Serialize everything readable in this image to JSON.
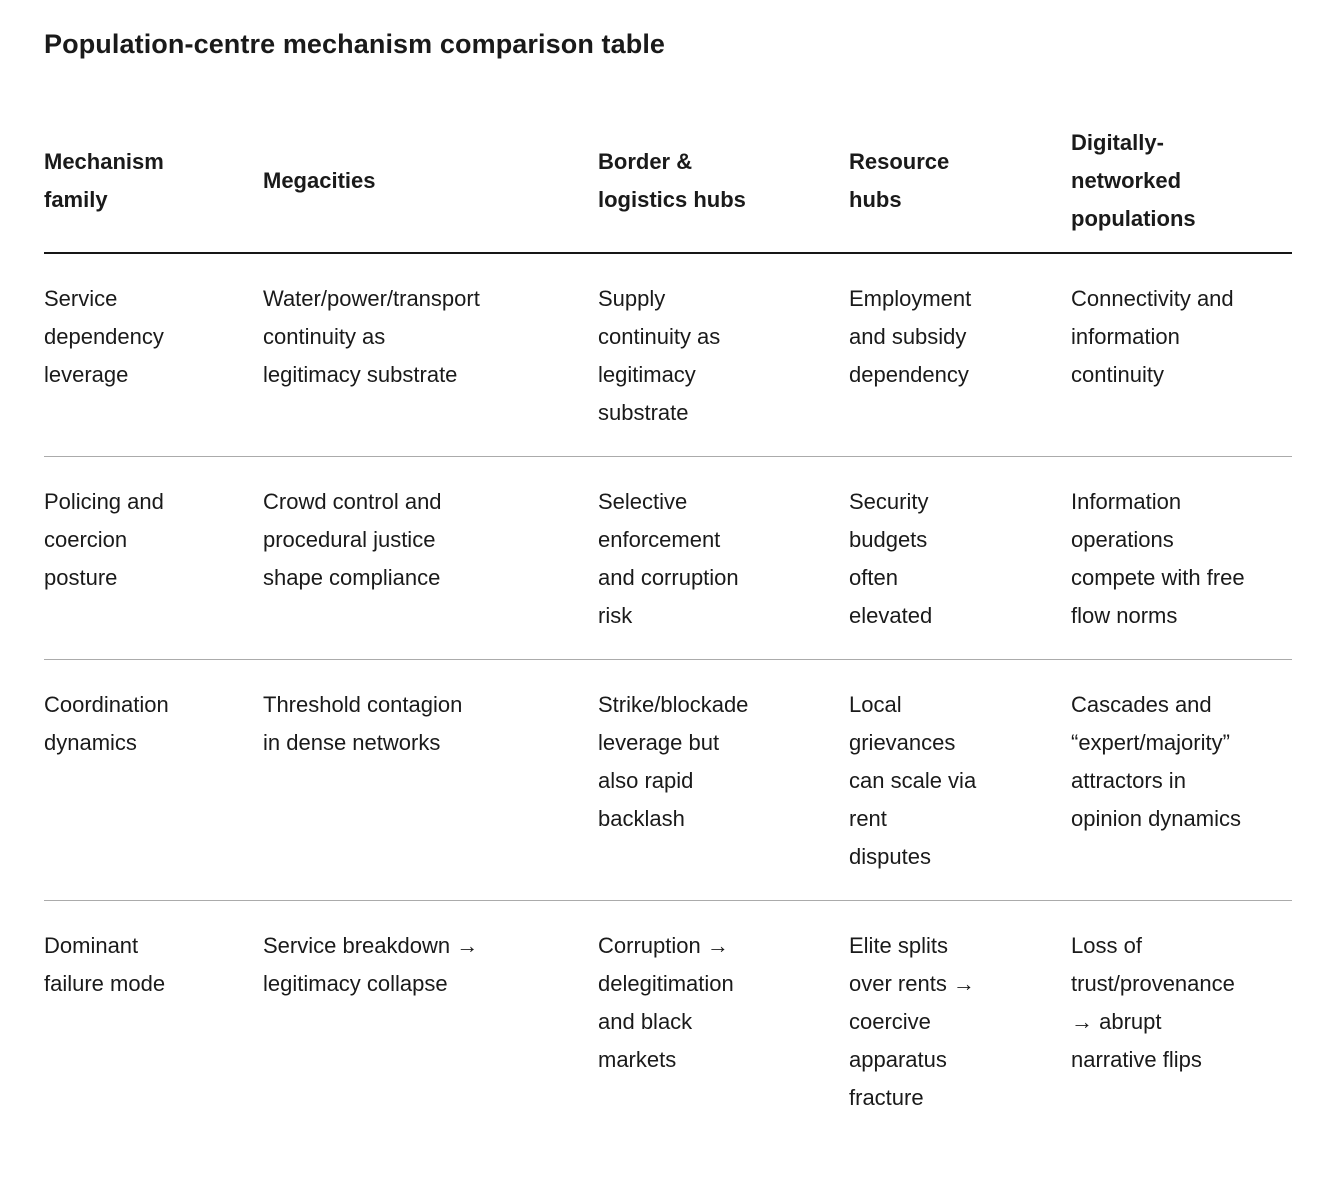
{
  "title": "Population-centre mechanism comparison table",
  "colors": {
    "text": "#1a1a1a",
    "header_rule": "#161616",
    "row_rule": "#ababab",
    "background": "#ffffff"
  },
  "table": {
    "headers": [
      "Mechanism\nfamily",
      "Megacities",
      "Border &\nlogistics hubs",
      "Resource\nhubs",
      "Digitally-\nnetworked\npopulations"
    ],
    "rows": [
      {
        "cells": [
          "Service\ndependency\nleverage",
          "Water/power/transport\ncontinuity as\nlegitimacy substrate",
          "Supply\ncontinuity as\nlegitimacy\nsubstrate",
          "Employment\nand subsidy\ndependency",
          "Connectivity and\ninformation\ncontinuity"
        ]
      },
      {
        "cells": [
          "Policing and\ncoercion\nposture",
          "Crowd control and\nprocedural justice\nshape compliance",
          "Selective\nenforcement\nand corruption\nrisk",
          "Security\nbudgets\noften\nelevated",
          "Information\noperations\ncompete with free\nflow norms"
        ]
      },
      {
        "cells": [
          "Coordination\ndynamics",
          "Threshold contagion\nin dense networks",
          "Strike/blockade\nleverage but\nalso rapid\nbacklash",
          "Local\ngrievances\ncan scale via\nrent\ndisputes",
          "Cascades and\n“expert/majority”\nattractors in\nopinion dynamics"
        ]
      },
      {
        "cells": [
          "Dominant\nfailure mode",
          "Service breakdown →\nlegitimacy collapse",
          "Corruption →\ndelegitimation\nand black\nmarkets",
          "Elite splits\nover rents →\ncoercive\napparatus\nfracture",
          "Loss of\ntrust/provenance\n→ abrupt\nnarrative flips"
        ]
      }
    ]
  }
}
